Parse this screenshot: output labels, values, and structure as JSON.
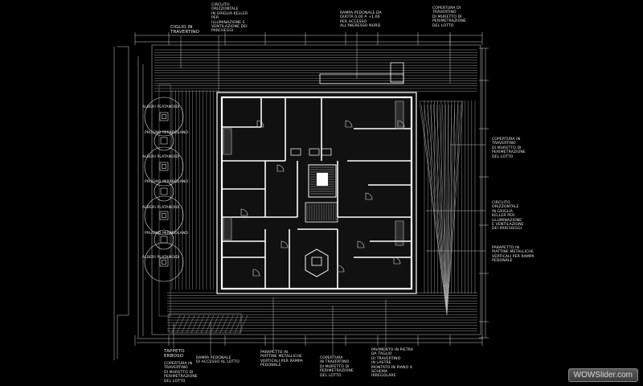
{
  "labels": {
    "top_a": "CIGLIO IN\nTRAVERTINO",
    "top_b": "CIRCUITO\nORIZZONTALE\nIN GRIGLIA KELLER\nPER\nILLUMINAZIONE E\nVENTILAZIONE DEI\nPARCHEGGI",
    "top_c": "RAMPA PEDONALE DA\nQUOTA 0,00 A +1,00\nPER ACCESSO\nALL'INGRESSO NORD",
    "top_d": "COPERTURA DI\nTRAVERTINO\nDI MURETTO DI\nPERIMETRAZIONE\nDEL LOTTO",
    "left_1": "ALBERI PLATANOIDI",
    "left_2": "PRUGNO MIRABOLANO",
    "left_3": "ALBERI PLATANOIDI",
    "left_4": "PRUGNO MIRABOLANO",
    "left_5": "ALBERI PLATANOIDI",
    "left_6": "PRUGNO MIRABOLANO",
    "left_7": "ALBERI PLATANOIDI",
    "right_a": "COPERTURA IN\nTRAVERTINO\nDI MURETTO DI\nPERIMETRAZIONE\nDEL LOTTO",
    "right_b": "CIRCUITO\nORIZZONTALE\nIN GRIGLIA\nKELLER PER\nILLUMINAZIONE\nE VENTILAZIONE\nDEI PARCHEGGI",
    "right_c": "PARAPETTO IN\nPIATTINE METALLICHE\nVERTICALI PER RAMPA\nPEDONALE",
    "bot_a": "TAPPETO\nERBOSO",
    "bot_b": "COPERTURA IN\nTRAVERTINO\nDI MURETTO DI\nPERIMETRAZIONE\nDEL LOTTO",
    "bot_c": "RAMPA PEDONALE\nDI ACCESSO AL LOTTO",
    "bot_d": "PARAPETTO IN\nPIATTINE METALLICHE\nVERTICALI PER RAMPA\nPEDONALE",
    "bot_e": "COPERTURA\nIN TRAVERTINO\nDI MURETTO DI\nPERIMETRAZIONE\nDEL LOTTO",
    "bot_f": "PAVIMENTO IN PIETRA\nDA TAGLIO\nDI TRAVERTINO\nIN LASTRE\nMONTATO IN PIANO A\nSCHEMA\nIRREGOLARE"
  },
  "watermark": "WOWSlider.com",
  "colors": {
    "background": "#000000",
    "lines": "#d9d9d9",
    "walls": "#ffffff"
  }
}
